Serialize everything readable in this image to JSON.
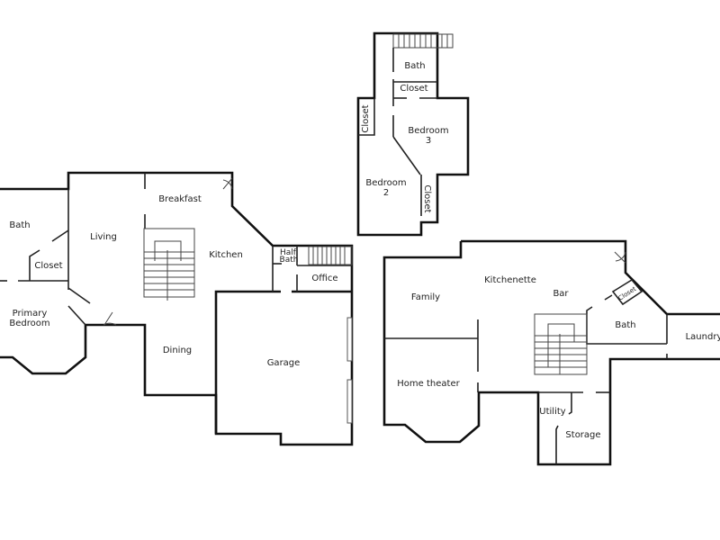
{
  "floor_plan": {
    "main_floor": {
      "rooms": {
        "bath": "Bath",
        "closet": "Closet",
        "living": "Living",
        "breakfast": "Breakfast",
        "kitchen": "Kitchen",
        "half_bath_1": "Half",
        "half_bath_2": "Bath",
        "office": "Office",
        "primary_bedroom_1": "Primary",
        "primary_bedroom_2": "Bedroom",
        "dining": "Dining",
        "garage": "Garage"
      }
    },
    "upper_floor": {
      "rooms": {
        "bath": "Bath",
        "closet_top": "Closet",
        "closet_left": "Closet",
        "bedroom3_1": "Bedroom",
        "bedroom3_2": "3",
        "bedroom2_1": "Bedroom",
        "bedroom2_2": "2",
        "closet_right": "Closet"
      }
    },
    "lower_floor": {
      "rooms": {
        "family": "Family",
        "kitchenette": "Kitchenette",
        "bar": "Bar",
        "closet": "Closet",
        "bath": "Bath",
        "laundry": "Laundry",
        "home_theater": "Home theater",
        "utility": "Utility",
        "storage": "Storage"
      }
    }
  }
}
